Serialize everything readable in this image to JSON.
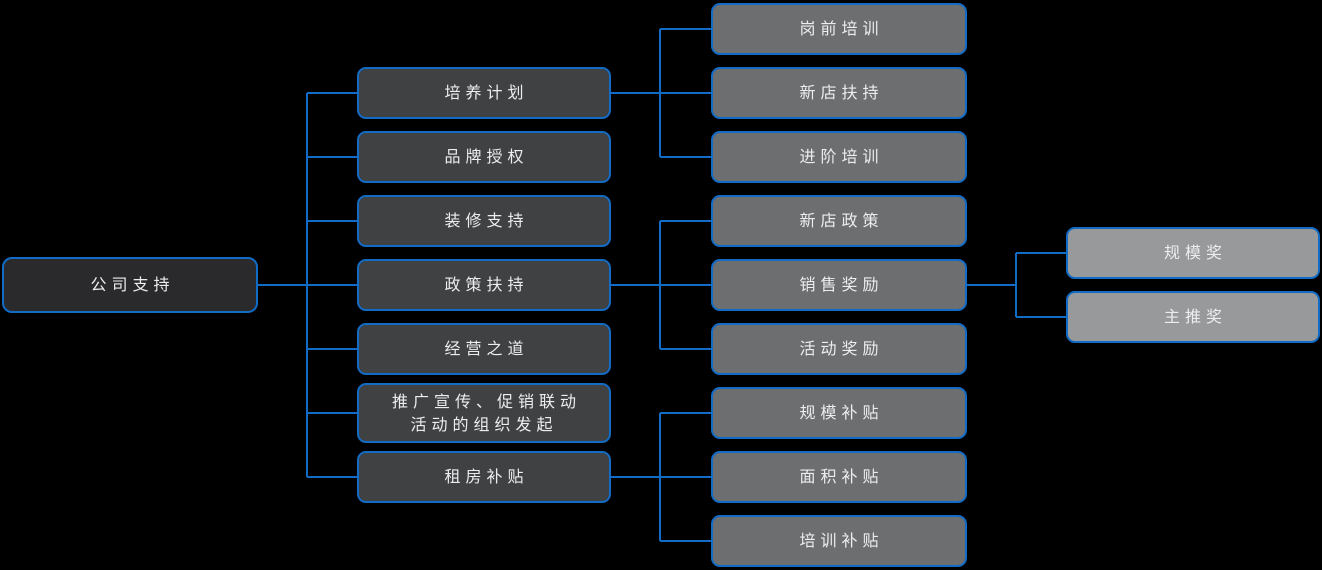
{
  "diagram": {
    "type": "tree",
    "direction": "left-to-right",
    "root_id": "company-support",
    "nodes": [
      {
        "id": "company-support",
        "label": "公司支持",
        "level": 0,
        "parent": null
      },
      {
        "id": "training-plan",
        "label": "培养计划",
        "level": 1,
        "parent": "company-support"
      },
      {
        "id": "brand-authorization",
        "label": "品牌授权",
        "level": 1,
        "parent": "company-support"
      },
      {
        "id": "decoration-support",
        "label": "装修支持",
        "level": 1,
        "parent": "company-support"
      },
      {
        "id": "policy-support",
        "label": "政策扶持",
        "level": 1,
        "parent": "company-support"
      },
      {
        "id": "business-philosophy",
        "label": "经营之道",
        "level": 1,
        "parent": "company-support"
      },
      {
        "id": "promotion-organization",
        "label": "推广宣传、促销联动\n活动的组织发起",
        "level": 1,
        "parent": "company-support"
      },
      {
        "id": "rent-subsidy",
        "label": "租房补贴",
        "level": 1,
        "parent": "company-support"
      },
      {
        "id": "pre-job-training",
        "label": "岗前培训",
        "level": 2,
        "parent": "training-plan"
      },
      {
        "id": "new-store-support",
        "label": "新店扶持",
        "level": 2,
        "parent": "training-plan"
      },
      {
        "id": "advanced-training",
        "label": "进阶培训",
        "level": 2,
        "parent": "training-plan"
      },
      {
        "id": "new-store-policy",
        "label": "新店政策",
        "level": 2,
        "parent": "policy-support"
      },
      {
        "id": "sales-incentive",
        "label": "销售奖励",
        "level": 2,
        "parent": "policy-support"
      },
      {
        "id": "activity-incentive",
        "label": "活动奖励",
        "level": 2,
        "parent": "policy-support"
      },
      {
        "id": "scale-subsidy",
        "label": "规模补贴",
        "level": 2,
        "parent": "rent-subsidy"
      },
      {
        "id": "area-subsidy",
        "label": "面积补贴",
        "level": 2,
        "parent": "rent-subsidy"
      },
      {
        "id": "training-subsidy",
        "label": "培训补贴",
        "level": 2,
        "parent": "rent-subsidy"
      },
      {
        "id": "scale-award",
        "label": "规模奖",
        "level": 3,
        "parent": "sales-incentive"
      },
      {
        "id": "main-push-award",
        "label": "主推奖",
        "level": 3,
        "parent": "sales-incentive"
      }
    ],
    "colors": {
      "background": "#000000",
      "edge": "#126bc5",
      "node_border": "#126bc5",
      "level_fills": [
        "#2a2a2c",
        "#3f4143",
        "#6d6e70",
        "#98999b"
      ],
      "text": "#ecedee"
    }
  }
}
